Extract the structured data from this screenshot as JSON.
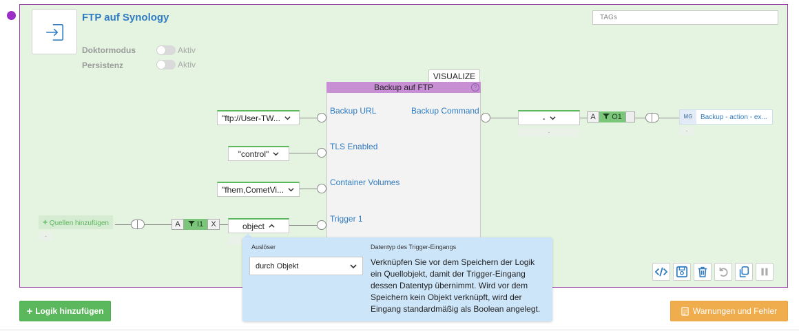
{
  "logic": {
    "title": "FTP auf Synology",
    "tags_placeholder": "TAGs",
    "options": [
      {
        "label": "Doktormodus",
        "state": "Aktiv",
        "enabled": false
      },
      {
        "label": "Persistenz",
        "state": "Aktiv",
        "enabled": false
      }
    ]
  },
  "node": {
    "visualize_label": "VISUALIZE",
    "header": "Backup auf FTP",
    "help": "?",
    "inputs": [
      {
        "label": "Backup URL",
        "value": "\"ftp://User-TW..."
      },
      {
        "label": "TLS Enabled",
        "value": "\"control\""
      },
      {
        "label": "Container Volumes",
        "value": "\"fhem,CometVi..."
      },
      {
        "label": "Trigger 1",
        "value": "object"
      }
    ],
    "output": {
      "label": "Backup Command",
      "value": "-",
      "sub": "-"
    }
  },
  "output_chain": {
    "seg_a": "A",
    "seg_filter": "O1",
    "target_badge": "MG",
    "target_label": "Backup - action - ex...",
    "target_sub": "-"
  },
  "trigger_chain": {
    "add_sources": "Quellen hinzufügen",
    "add_sources_sub": "-",
    "seg_a": "A",
    "seg_filter": "I1",
    "seg_x": "X"
  },
  "popover": {
    "trigger_label": "Auslöser",
    "trigger_value": "durch Objekt",
    "datatype_label": "Datentyp des Trigger-Eingangs",
    "datatype_text": "Verknüpfen Sie vor dem Speichern der Logik ein Quellobjekt, damit der Trigger-Eingang dessen Datentyp übernimmt. Wird vor dem Speichern kein Objekt verknüpft, wird der Eingang standardmäßig als Boolean angelegt."
  },
  "buttons": {
    "add_logic": "Logik hinzufügen",
    "warnings": "Warnungen und Fehler"
  },
  "colors": {
    "panel_bg": "#e4f4e0",
    "panel_border": "#9a3fa8",
    "accent_blue": "#2f7cc1",
    "green": "#5cb85c",
    "orange": "#f0ad4e",
    "node_header": "#c98fd4"
  },
  "icons": {
    "logo": "login-arrow-icon",
    "collapse": "chevron-down-icon",
    "toolbar": [
      "code-icon",
      "save-icon",
      "trash-icon",
      "undo-icon",
      "copy-icon",
      "pause-icon"
    ]
  }
}
